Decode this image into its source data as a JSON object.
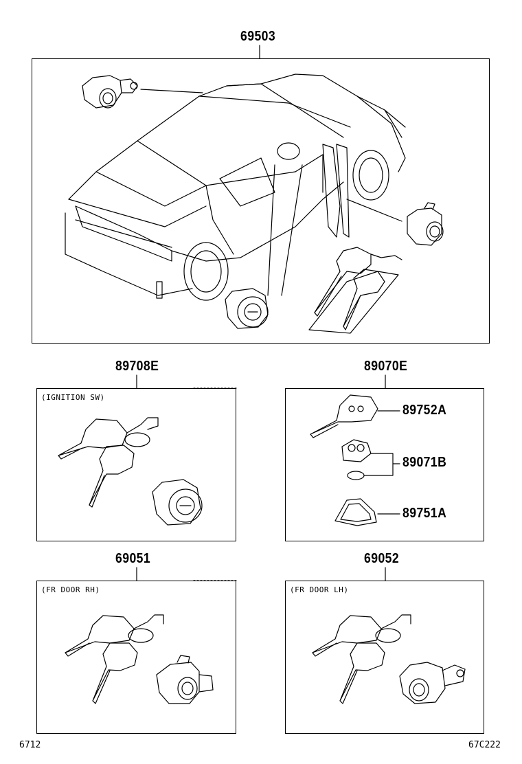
{
  "parts": {
    "main_assembly": "69503",
    "ignition_set": "89708E",
    "transmitter_set": "89070E",
    "key_blank": "89752A",
    "transmitter_module": "89071B",
    "key_cover": "89751A",
    "fr_door_rh_set": "69051",
    "fr_door_lh_set": "69052"
  },
  "notes": {
    "ignition": "(IGNITION SW)",
    "fr_door_rh": "(FR DOOR RH)",
    "fr_door_lh": "(FR DOOR LH)"
  },
  "footer": {
    "left": "6712",
    "right": "67C222"
  }
}
